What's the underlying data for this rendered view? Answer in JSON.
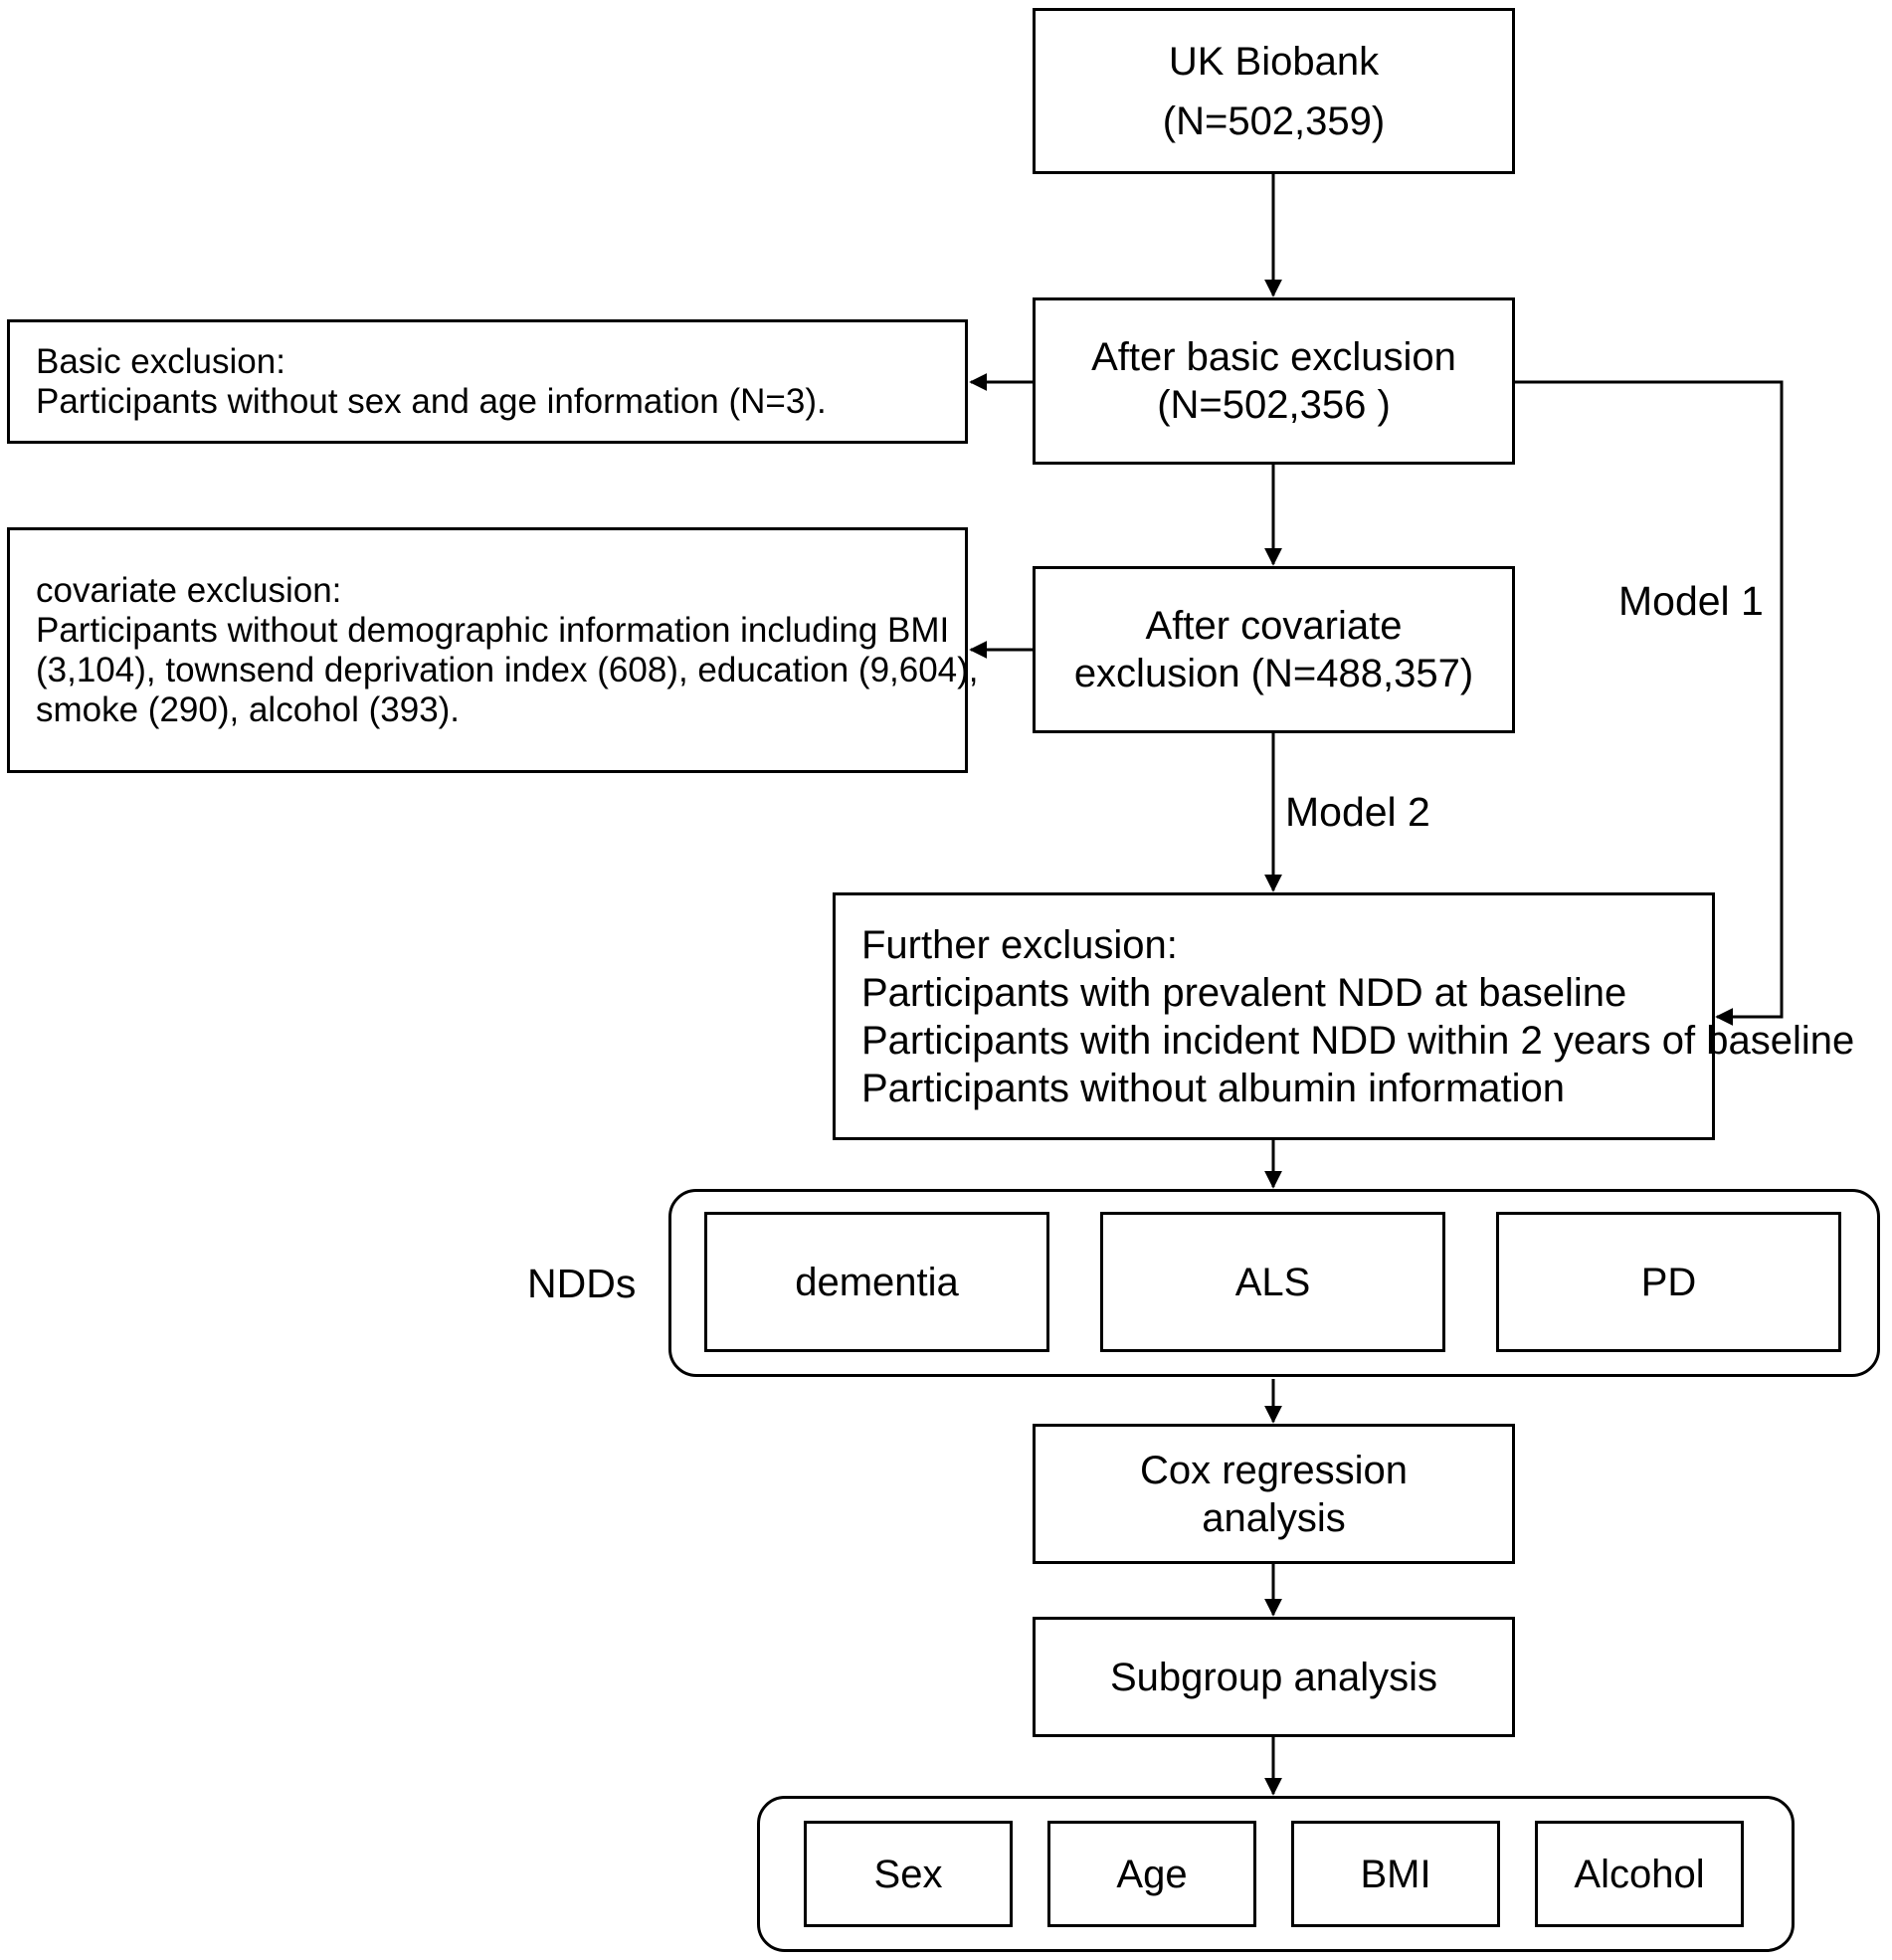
{
  "nodes": {
    "ukb": {
      "lines": [
        "UK Biobank",
        "(N=502,359)"
      ]
    },
    "basic": {
      "lines": [
        "After basic exclusion",
        "(N=502,356 )"
      ]
    },
    "basic_excl": {
      "lines": [
        "Basic exclusion:",
        "Participants without sex and age information (N=3)."
      ]
    },
    "covariate": {
      "lines": [
        "After covariate",
        "exclusion (N=488,357)"
      ]
    },
    "cov_excl": {
      "lines": [
        "covariate exclusion:",
        "Participants without demographic information including BMI",
        "(3,104), townsend deprivation index (608), education (9,604),",
        "smoke (290), alcohol (393)."
      ]
    },
    "further": {
      "lines": [
        "Further exclusion:",
        "Participants with prevalent NDD at baseline",
        "Participants with incident NDD within 2 years of baseline",
        "Participants without albumin information"
      ]
    },
    "dementia": {
      "label": "dementia"
    },
    "als": {
      "label": "ALS"
    },
    "pd": {
      "label": "PD"
    },
    "cox": {
      "lines": [
        "Cox regression",
        "analysis"
      ]
    },
    "subgroup": {
      "label": "Subgroup analysis"
    },
    "sex": {
      "label": "Sex"
    },
    "age": {
      "label": "Age"
    },
    "bmi": {
      "label": "BMI"
    },
    "alcohol": {
      "label": "Alcohol"
    }
  },
  "labels": {
    "model1": "Model 1",
    "model2": "Model 2",
    "ndds": "NDDs"
  },
  "edges": [
    {
      "from": "ukb",
      "to": "basic"
    },
    {
      "from": "basic",
      "to": "basic_excl"
    },
    {
      "from": "basic",
      "to": "covariate"
    },
    {
      "from": "covariate",
      "to": "cov_excl"
    },
    {
      "from": "covariate",
      "to": "further",
      "label": "Model 2"
    },
    {
      "from": "basic",
      "to": "further",
      "label": "Model 1"
    },
    {
      "from": "further",
      "to": "ndds_group"
    },
    {
      "from": "ndds_group",
      "to": "cox"
    },
    {
      "from": "cox",
      "to": "subgroup"
    },
    {
      "from": "subgroup",
      "to": "subgroup_vars_group"
    }
  ]
}
